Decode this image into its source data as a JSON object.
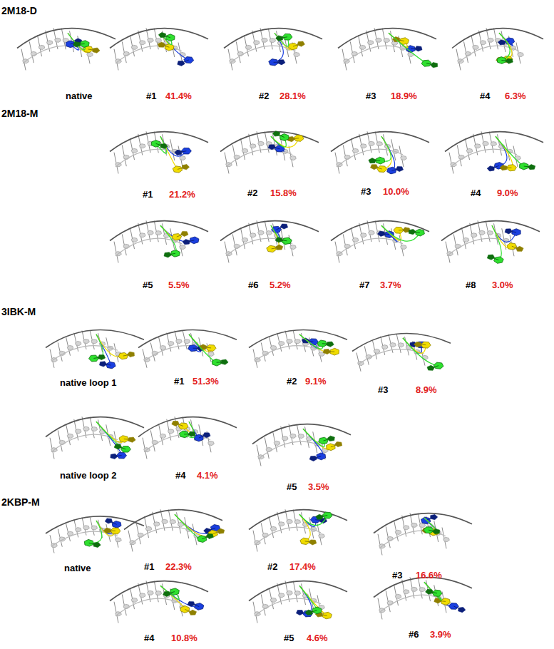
{
  "diagram": {
    "labels": [
      "2M18-D",
      "native",
      "#1",
      "41.4%",
      "#2",
      "28.1%",
      "#3",
      "18.9%",
      "#4",
      "6.3%",
      "2M18-M",
      "#1",
      "21.2%",
      "#2",
      "15.8%",
      "#3",
      "10.0%",
      "#4",
      "9.0%",
      "#5",
      "5.5%",
      "#6",
      "5.2%",
      "#7",
      "3.7%",
      "#8",
      "3.0%",
      "3IBK-M",
      "native loop 1",
      "#1",
      "51.3%",
      "#2",
      "9.1%",
      "#3",
      "8.9%",
      "native loop 2",
      "#4",
      "4.1%",
      "#5",
      "3.5%",
      "2KBP-M",
      "native",
      "#1",
      "22.3%",
      "#2",
      "17.4%",
      "#3",
      "16.6%",
      "#4",
      "10.8%",
      "#5",
      "4.6%",
      "#6",
      "3.9%"
    ]
  }
}
